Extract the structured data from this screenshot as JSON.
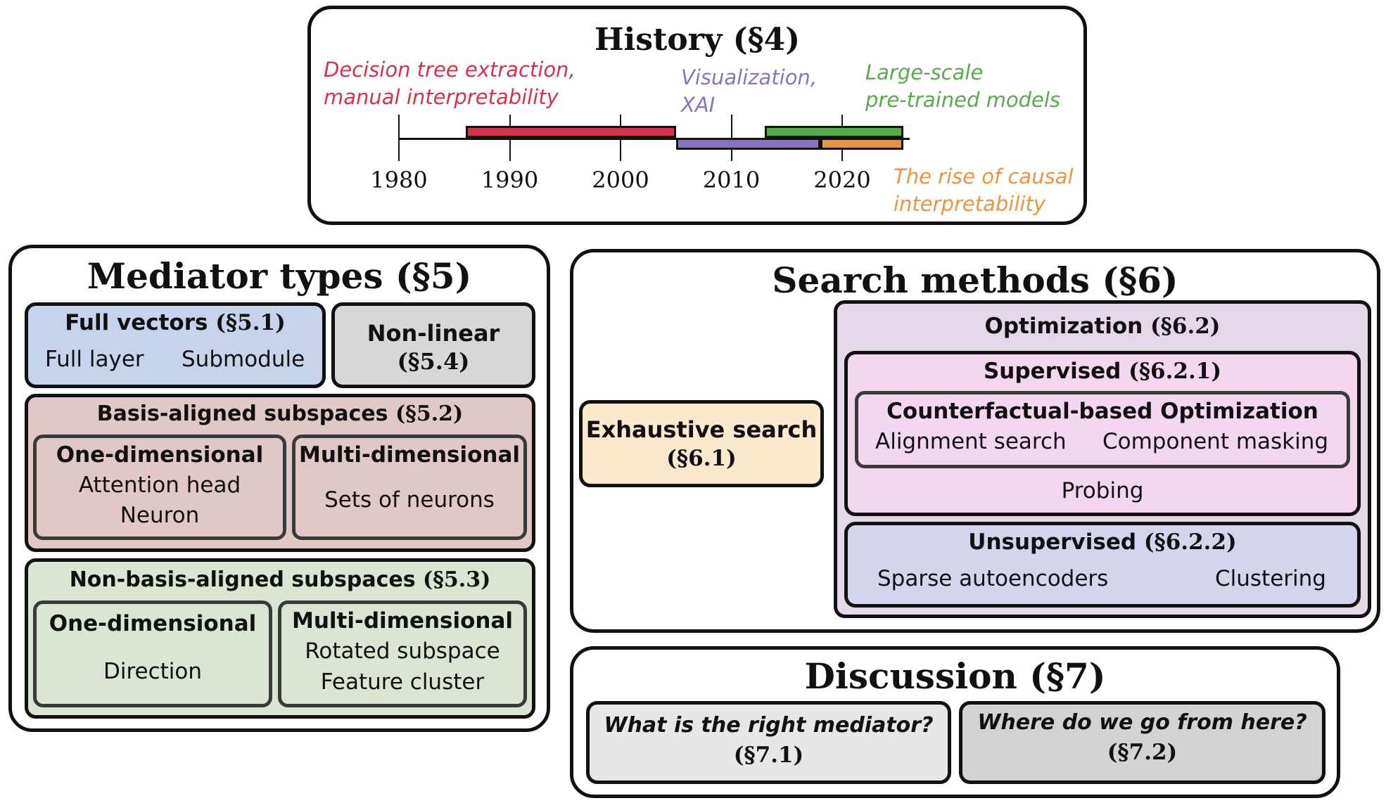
{
  "history": {
    "title_main": "History",
    "title_ref": "(§4)",
    "annotations": {
      "decision": [
        "Decision tree extraction,",
        "manual interpretability"
      ],
      "visualization": [
        "Visualization,",
        "XAI"
      ],
      "large_scale": [
        "Large-scale",
        "pre-trained models"
      ],
      "causal": [
        "The rise of causal",
        "interpretability"
      ]
    },
    "axis": {
      "ticks": [
        "1980",
        "1990",
        "2000",
        "2010",
        "2020"
      ]
    },
    "eras": [
      {
        "label": "Decision tree extraction, manual interpretability",
        "start": 1986,
        "end": 2005,
        "color": "#d6334a"
      },
      {
        "label": "Visualization, XAI",
        "start": 2005,
        "end": 2018,
        "color": "#8c73bf"
      },
      {
        "label": "Large-scale pre-trained models",
        "start": 2013,
        "end": 2025.5,
        "color": "#57ac4a"
      },
      {
        "label": "The rise of causal interpretability",
        "start": 2018,
        "end": 2025.5,
        "color": "#ee9440"
      }
    ],
    "colors": {
      "decision": "#d6334a",
      "visualization": "#8c73bf",
      "large_scale": "#57ac4a",
      "causal": "#ee9440"
    }
  },
  "mediator": {
    "title_main": "Mediator types",
    "title_ref": "(§5)",
    "full_vectors": {
      "title": "Full vectors",
      "ref": "(§5.1)",
      "items": [
        "Full layer",
        "Submodule"
      ]
    },
    "non_linear": {
      "title": "Non-linear",
      "ref": "(§5.4)"
    },
    "basis_aligned": {
      "title": "Basis-aligned subspaces",
      "ref": "(§5.2)",
      "one_dim": {
        "title": "One-dimensional",
        "items": [
          "Attention head",
          "Neuron"
        ]
      },
      "multi_dim": {
        "title": "Multi-dimensional",
        "items": [
          "Sets of neurons"
        ]
      }
    },
    "non_basis": {
      "title": "Non-basis-aligned subspaces",
      "ref": "(§5.3)",
      "one_dim": {
        "title": "One-dimensional",
        "items": [
          "Direction"
        ]
      },
      "multi_dim": {
        "title": "Multi-dimensional",
        "items": [
          "Rotated subspace",
          "Feature cluster"
        ]
      }
    }
  },
  "search": {
    "title_main": "Search methods",
    "title_ref": "(§6)",
    "exhaustive": {
      "title": "Exhaustive search",
      "ref": "(§6.1)"
    },
    "optimization": {
      "title": "Optimization",
      "ref": "(§6.2)"
    },
    "supervised": {
      "title": "Supervised",
      "ref": "(§6.2.1)"
    },
    "counterfactual": {
      "title": "Counterfactual-based Optimization",
      "items": [
        "Alignment search",
        "Component masking"
      ]
    },
    "probing": "Probing",
    "unsupervised": {
      "title": "Unsupervised",
      "ref": "(§6.2.2)",
      "items": [
        "Sparse autoencoders",
        "Clustering"
      ]
    }
  },
  "discussion": {
    "title_main": "Discussion",
    "title_ref": "(§7)",
    "q1": {
      "text": "What is the right mediator?",
      "ref": "(§7.1)"
    },
    "q2": {
      "text": "Where do we go from here?",
      "ref": "(§7.2)"
    }
  },
  "colors": {
    "full_vectors": "#c7d3eb",
    "non_linear": "#d7d7d7",
    "basis_aligned": "#e0c8c6",
    "non_basis": "#dbe5d3",
    "exhaustive": "#fbe9cd",
    "optimization": "#e4d7e7",
    "supervised": "#f2d7ef",
    "unsupervised": "#d4d5ec",
    "q1": "#e7e7e7",
    "q2": "#d3d3d3"
  }
}
